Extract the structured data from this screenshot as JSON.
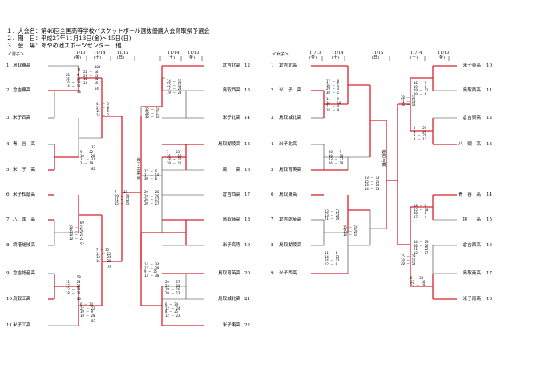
{
  "header": {
    "line1": "１．大会名：第46回全国高等学校バスケットボール選抜優勝大会鳥取県予選会",
    "line2": "２．期　日：平成27年11月13日(金)～15日(日)",
    "line3": "３．会　場：あやめ池スポーツセンター　他"
  },
  "boys": {
    "section": "＜男子＞",
    "dates_left": [
      "11/13",
      "11/14",
      "11/15"
    ],
    "days_left": [
      "(金)",
      "(土)",
      "(日)"
    ],
    "dates_right": [
      "11/14",
      "11/13"
    ],
    "days_right": [
      "(土)",
      "(金)"
    ],
    "champion": "米子工業高",
    "left_teams": [
      {
        "no": "1",
        "name": "鳥取東高"
      },
      {
        "no": "2",
        "name": "倉吉東高"
      },
      {
        "no": "3",
        "name": "米子西高"
      },
      {
        "no": "4",
        "name": "青　谷　高"
      },
      {
        "no": "5",
        "name": "米　子　高"
      },
      {
        "no": "6",
        "name": "米子松蔭高"
      },
      {
        "no": "7",
        "name": "八　頭　高"
      },
      {
        "no": "8",
        "name": "境港総技高"
      },
      {
        "no": "9",
        "name": "倉吉総産高"
      },
      {
        "no": "10",
        "name": "鳥取工高"
      },
      {
        "no": "11",
        "name": "米子工高"
      }
    ],
    "right_teams": [
      {
        "no": "12",
        "name": "倉吉北高"
      },
      {
        "no": "13",
        "name": "鳥取西高"
      },
      {
        "no": "14",
        "name": "米子北高"
      },
      {
        "no": "15",
        "name": "鳥取湖陵高"
      },
      {
        "no": "16",
        "name": "境　　高"
      },
      {
        "no": "17",
        "name": "倉吉西高"
      },
      {
        "no": "18",
        "name": "鳥取商高"
      },
      {
        "no": "19",
        "name": "米子高専"
      },
      {
        "no": "20",
        "name": "鳥取育英高"
      },
      {
        "no": "21",
        "name": "鳥取城北高"
      },
      {
        "no": "22",
        "name": "米子東高"
      }
    ]
  },
  "girls": {
    "section": "＜女子＞",
    "dates_left": [
      "11/13",
      "11/14",
      "11/15"
    ],
    "days_left": [
      "(金)",
      "(土)",
      "(日)"
    ],
    "dates_right": [
      "11/14",
      "11/13"
    ],
    "days_right": [
      "(土)",
      "(金)"
    ],
    "champion": "倉吉北高",
    "left_teams": [
      {
        "no": "1",
        "name": "倉吉北高"
      },
      {
        "no": "2",
        "name": "米　子　高"
      },
      {
        "no": "3",
        "name": "鳥取城北高"
      },
      {
        "no": "4",
        "name": "米子北高"
      },
      {
        "no": "5",
        "name": "鳥取育英高"
      },
      {
        "no": "6",
        "name": "鳥取東高"
      },
      {
        "no": "7",
        "name": "倉吉総産高"
      },
      {
        "no": "8",
        "name": "鳥取湖陵高"
      },
      {
        "no": "9",
        "name": "米子西高"
      }
    ],
    "right_teams": [
      {
        "no": "10",
        "name": "米子東高"
      },
      {
        "no": "11",
        "name": "鳥取西高"
      },
      {
        "no": "12",
        "name": "倉吉東高"
      },
      {
        "no": "13",
        "name": "八　頭　高"
      },
      {
        "no": "14",
        "name": "青　谷　高"
      },
      {
        "no": "15",
        "name": "境　　高"
      },
      {
        "no": "16",
        "name": "倉吉西高"
      },
      {
        "no": "17",
        "name": "鳥取商高"
      },
      {
        "no": "18",
        "name": "米子南高"
      }
    ]
  },
  "scores": {
    "b_l12": {
      "a": "26 － 4\n15 － 12\n16 － 19\n14 － 13",
      "ta": "71",
      "tb": "48"
    },
    "b_l2r": {
      "a": "22 － 16\n29 － 13\n16 － 10\n34 － 15",
      "ta": "101",
      "tb": "54"
    },
    "b_l45": {
      "a": "9 － 22\n10 － 20\n11 － 31\n3 － 19",
      "ta": "33",
      "tb": "82"
    },
    "b_lq1": {
      "a": "41 － 5\n21 － 8\n15 － 5\n14 － 2",
      "ta": "",
      "tb": ""
    },
    "b_l67": {
      "a": "13 － 21\n15 － 29\n13 － 24\n10 － 22",
      "ta": "69",
      "tb": "57"
    },
    "b_l910": {
      "a": "11 － 24\n17 － 21\n12 － 13\n18 － 22",
      "ta": "58",
      "tb": "80"
    },
    "b_l10r": {
      "a": "6 － 24\n22 － 22\n19 － 9\n18 － 20",
      "ta": "",
      "tb": "92"
    },
    "b_lq2": {
      "a": "7 － 25\n11 － 22\n13 － 24\n16 － 28",
      "ta": "",
      "tb": "74"
    },
    "b_final": {
      "a": "7 － 19\n19 － 19\n21 － 12\n15 － 15",
      "ta": "",
      "tb": ""
    },
    "b_final2": {
      "a": "29 － 26\n28 － 26\n26 － 17\n20 － 17",
      "ta": "",
      "tb": ""
    },
    "b_r1213": {
      "a": "24 － 15\n22 － 16\n17 － 23\n19 － 23",
      "ta": "",
      "tb": ""
    },
    "b_rq1": {
      "a": "32 － 19\n28 － 11\n36 － 18",
      "ta": "",
      "tb": ""
    },
    "b_r1516": {
      "a": "7 － 23\n15 － 19\n18 － 12\n20 － 11",
      "ta": "",
      "tb": ""
    },
    "b_r1516b": {
      "a": "37 － 6\n31 － 19\n30 － 6",
      "ta": "",
      "tb": ""
    },
    "b_r1819": {
      "a": "14 － 34\n17 － 38\n9 － 35\n13 － 30",
      "ta": "",
      "tb": ""
    },
    "b_r2122": {
      "a": "6 － 34\n12 － 24\n8 － 25\n12 － 23",
      "ta": "",
      "tb": ""
    },
    "b_r2021": {
      "a": "20 － 17\n22 － 18\n19 － 16\n20 － 13",
      "ta": "",
      "tb": ""
    },
    "g_l12": {
      "a": "17 － 8\n16 － 1\n29 － 3\n38 － 1",
      "ta": "",
      "tb": ""
    },
    "g_l23": {
      "a": "11 － 9\n16 － 10\n21 － 4\n18 － 9",
      "ta": "",
      "tb": ""
    },
    "g_l45": {
      "a": "28 － 9\n10 － 18\n13 － 22\n16 － 18",
      "ta": "",
      "tb": ""
    },
    "g_final": {
      "a": "23 － 13\n15 － 15\n13 － 24\n14 － 13",
      "ta": "",
      "tb": ""
    },
    "g_l67": {
      "a": "13 － 21\n13 － 24\n21 － 19",
      "ta": "",
      "tb": ""
    },
    "g_l78": {
      "a": "15 － 19\n15 － 20\n13 － 14",
      "ta": "",
      "tb": ""
    },
    "g_l89": {
      "a": "11 － 6\n14 － 13\n24 － 13\n12 － 9",
      "ta": "",
      "tb": ""
    },
    "g_r1011": {
      "a": "16 － 9\n19 － 8\n19 － 11\n20 － 6",
      "ta": "",
      "tb": ""
    },
    "g_rq1": {
      "a": "28 － 15\n11 － 18\n16 － 13",
      "ta": "",
      "tb": ""
    },
    "g_r1213": {
      "a": "2 － 29\n4 － 29\n3 － 29\n8 － 17",
      "ta": "",
      "tb": ""
    },
    "g_r1415": {
      "a": "18 － 6\n15 － 10\n10 － 8\n17 － 4",
      "ta": "",
      "tb": ""
    },
    "g_rq2": {
      "a": "15 － 29\n10 － 17\n20 － 13",
      "ta": "",
      "tb": ""
    },
    "g_r1617": {
      "a": "14 － 29\n10 － 26\n21 － 22\n12 － 17",
      "ta": "",
      "tb": ""
    },
    "g_r1718": {
      "a": "6 － 24\n13 － 18\n12 － 19",
      "ta": "",
      "tb": ""
    }
  }
}
